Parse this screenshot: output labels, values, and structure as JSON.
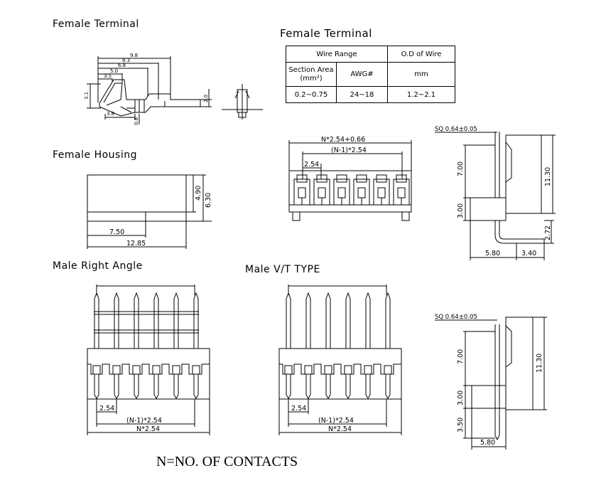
{
  "titles": {
    "female_terminal_small": "Female Terminal",
    "female_terminal_big": "Female Terminal",
    "female_housing": "Female Housing",
    "male_right_angle": "Male Right Angle",
    "male_vt": "Male V/T TYPE",
    "footnote": "N=NO.  OF CONTACTS"
  },
  "table": {
    "wire_range": "Wire Range",
    "od_wire": "O.D of Wire",
    "section_area": "Section Area",
    "section_unit": "(mm²)",
    "awg": "AWG#",
    "mm": "mm",
    "row": [
      "0.2~0.75",
      "24~18",
      "1.2~2.1"
    ]
  },
  "dims": {
    "t_98": "9.8",
    "t_83": "8.3",
    "t_68": "6.8",
    "t_50": "5.0",
    "t_35": "3.5",
    "t_31": "3.1",
    "t_38": "3.8",
    "t_08": "0.8",
    "t_20": "2.0",
    "h_490": "4.90",
    "h_630": "6.30",
    "h_750": "7.50",
    "h_1285": "12.85",
    "f_top": "N*2.54+0.66",
    "f_pitch": "(N-1)*2.54",
    "f_254": "2.54",
    "s_sq": "SQ 0.64±0.05",
    "s_700": "7.00",
    "s_1130": "11.30",
    "s_300": "3.00",
    "s_272": "2.72",
    "s_580": "5.80",
    "s_340": "3.40",
    "m_254": "2.54",
    "m_pitch": "(N-1)*2.54",
    "m_n": "N*2.54",
    "v_254": "2.54",
    "v_pitch": "(N-1)*2.54",
    "v_n": "N*2.54",
    "s2_sq": "SQ 0.64±0.05",
    "s2_700": "7.00",
    "s2_1130": "11.30",
    "s2_300": "3.00",
    "s2_350": "3.50",
    "s2_580": "5.80"
  }
}
